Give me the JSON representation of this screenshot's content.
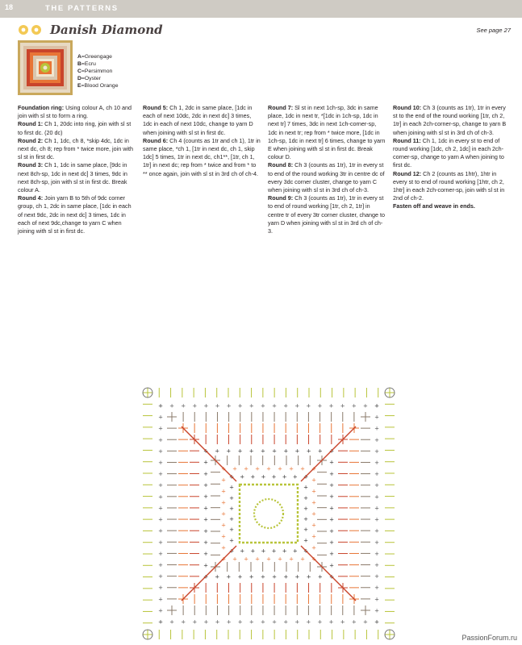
{
  "header": {
    "page_number": "18",
    "section": "THE PATTERNS"
  },
  "pattern": {
    "title": "Danish Diamond",
    "see_page": "See page 27"
  },
  "colours": [
    {
      "key": "A",
      "name": "Greengage",
      "hex": "#b8c43a"
    },
    {
      "key": "B",
      "name": "Ecru",
      "hex": "#f1e6cf"
    },
    {
      "key": "C",
      "name": "Persimmon",
      "hex": "#e87536"
    },
    {
      "key": "D",
      "name": "Oyster",
      "hex": "#d9c6ae"
    },
    {
      "key": "E",
      "name": "Blood Orange",
      "hex": "#c9442b"
    }
  ],
  "instructions": [
    {
      "label": "Foundation ring:",
      "text": " Using colour A, ch 10 and join with sl st to form a ring."
    },
    {
      "label": "Round 1:",
      "text": " Ch 1, 20dc into ring, join with sl st to first dc. (20 dc)"
    },
    {
      "label": "Round 2:",
      "text": " Ch 1, 1dc, ch 8, *skip 4dc, 1dc in next dc, ch 8; rep from * twice more, join with sl st in first dc."
    },
    {
      "label": "Round 3:",
      "text": " Ch 1, 1dc in same place, [9dc in next 8ch-sp, 1dc in next dc] 3 times, 9dc in next 8ch-sp, join with sl st in first dc. Break colour A."
    },
    {
      "label": "Round 4:",
      "text": " Join yarn B to 5th of 9dc corner group, ch 1, 2dc in same place, [1dc in each of next 9dc, 2dc in next dc] 3 times, 1dc in each of next 9dc,change to yarn C when joining with sl st in first dc."
    },
    {
      "label": "Round 5:",
      "text": " Ch 1, 2dc in same place, [1dc in each of next 10dc, 2dc in next dc] 3 times, 1dc in each of next 10dc, change to yarn D when joining with sl st in first dc."
    },
    {
      "label": "Round 6:",
      "text": " Ch 4 (counts as 1tr and ch 1), 1tr in same place, *ch 1, [1tr in next dc, ch 1, skip 1dc] 5 times, 1tr in next dc, ch1**, [1tr, ch 1, 1tr] in next dc; rep from * twice and from * to ** once again, join with sl st in 3rd ch of ch-4."
    },
    {
      "label": "Round 7:",
      "text": " Sl st in next 1ch-sp, 3dc in same place, 1dc in next tr, *[1dc in 1ch-sp, 1dc in next tr] 7 times, 3dc in next 1ch-corner-sp, 1dc in next tr; rep from * twice more, [1dc in 1ch-sp, 1dc in next tr] 6 times, change to yarn E when joining with sl st in first dc. Break colour D."
    },
    {
      "label": "Round 8:",
      "text": " Ch 3 (counts as 1tr), 1tr in every st to end of the round working 3tr in centre dc of every 3dc corner cluster, change to yarn C when joining with sl st in 3rd ch of ch-3."
    },
    {
      "label": "Round 9:",
      "text": " Ch 3 (counts as 1tr), 1tr in every st to end of round working [1tr, ch 2, 1tr] in centre tr of every 3tr corner cluster, change to yarn D when joining with sl st in 3rd ch of ch-3."
    },
    {
      "label": "Round 10:",
      "text": " Ch 3 (counts as 1tr), 1tr in every st to the end of the round working [1tr, ch 2, 1tr] in each 2ch-corner-sp, change to yarn B when joining with sl st in 3rd ch of ch-3."
    },
    {
      "label": "Round 11:",
      "text": " Ch 1, 1dc in every st to end of round working [1dc, ch 2, 1dc] in each 2ch-corner-sp, change to yarn A when joining to first dc."
    },
    {
      "label": "Round 12:",
      "text": " Ch 2 (counts as 1htr), 1htr in every st to end of round working [1htr, ch 2, 1htr] in each 2ch-corner-sp, join with sl st in 2nd of ch-2."
    },
    {
      "label": "Fasten off and weave in ends.",
      "text": ""
    }
  ],
  "watermark": "PassionForum.ru",
  "accent": "#cfcbc4"
}
